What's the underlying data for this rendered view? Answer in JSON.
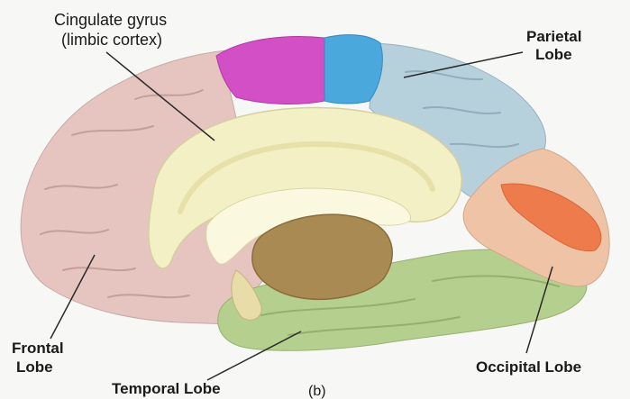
{
  "labels": {
    "cingulate_line1": "Cingulate gyrus",
    "cingulate_line2": "(limbic cortex)",
    "parietal_line1": "Parietal",
    "parietal_line2": "Lobe",
    "frontal_line1": "Frontal",
    "frontal_line2": "Lobe",
    "temporal": "Temporal Lobe",
    "occipital": "Occipital Lobe",
    "panel": "(b)"
  },
  "colors": {
    "frontal": "#e6c4c0",
    "motor_magenta": "#d24fc6",
    "sensory_blue": "#4aa8dc",
    "parietal": "#b6d0dc",
    "occipital": "#efc4a6",
    "visual_orange": "#ee7b4c",
    "temporal": "#b5d08e",
    "limbic": "#f4f0c6",
    "thalamus": "#a98a52",
    "lines": "#2a2a2a"
  }
}
